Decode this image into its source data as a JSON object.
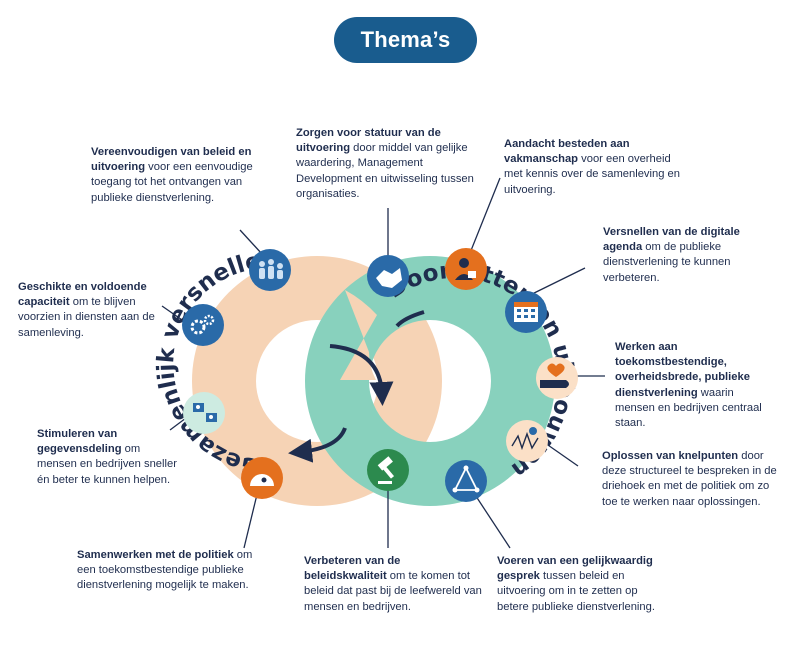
{
  "title": "Thema’s",
  "loops": {
    "left": "Gezamenlijk versnellen",
    "right": "Doorzetten en uitbouwen"
  },
  "colors": {
    "navy": "#1f2d4e",
    "title_bg": "#195c8e",
    "left_loop": "#f6d3b5",
    "right_loop": "#88d1bd",
    "blue_icon": "#2a6aa8",
    "orange_icon": "#e4701e",
    "green_icon": "#2c8a4e",
    "light_orange_icon": "#fbe0c7",
    "light_teal_icon": "#cdebe1"
  },
  "themes": [
    {
      "icon": "people-icon",
      "bold": "Vereenvoudigen van beleid en uitvoering",
      "rest": " voor een eenvoudige toegang tot het ontvangen van publieke dienstverlening."
    },
    {
      "icon": "handshake-icon",
      "bold": "Zorgen voor statuur van de uitvoering",
      "rest": " door middel van gelijke waardering, Management Development en uitwisseling tussen organisaties."
    },
    {
      "icon": "worker-icon",
      "bold": "Aandacht besteden aan vakmanschap",
      "rest": " voor een overheid met kennis over de samenleving en uitvoering."
    },
    {
      "icon": "calendar-icon",
      "bold": "Versnellen van de digitale agenda",
      "rest": " om de publieke dienstverlening te kunnen verbeteren."
    },
    {
      "icon": "heart-hand-icon",
      "bold": "Werken aan toekomstbestendige, overheidsbrede, publieke dienstverlening",
      "rest": " waarin mensen en bedrijven centraal staan."
    },
    {
      "icon": "knot-icon",
      "bold": "Oplossen van knelpunten",
      "rest": " door deze structureel te bespreken in de driehoek en met de politiek om zo toe te werken naar oplossingen."
    },
    {
      "icon": "triangle-icon",
      "bold": "Voeren van een gelijkwaardig gesprek",
      "rest": " tussen beleid en uitvoering om in te zetten op betere publieke dienstverlening."
    },
    {
      "icon": "gavel-icon",
      "bold": "Verbeteren van de beleidskwaliteit",
      "rest": " om te komen tot beleid dat past bij de leefwereld van mensen en bedrijven."
    },
    {
      "icon": "parliament-icon",
      "bold": "Samenwerken met de politiek",
      "rest": " om een toekomstbestendige publieke dienstverlening mogelijk te maken."
    },
    {
      "icon": "map-people-icon",
      "bold": "Stimuleren van gegevensdeling",
      "rest": " om mensen en bedrijven sneller én beter te kunnen helpen."
    },
    {
      "icon": "gears-icon",
      "bold": "Geschikte en voldoende capaciteit",
      "rest": " om te blijven voorzien in diensten aan de samenleving."
    }
  ]
}
